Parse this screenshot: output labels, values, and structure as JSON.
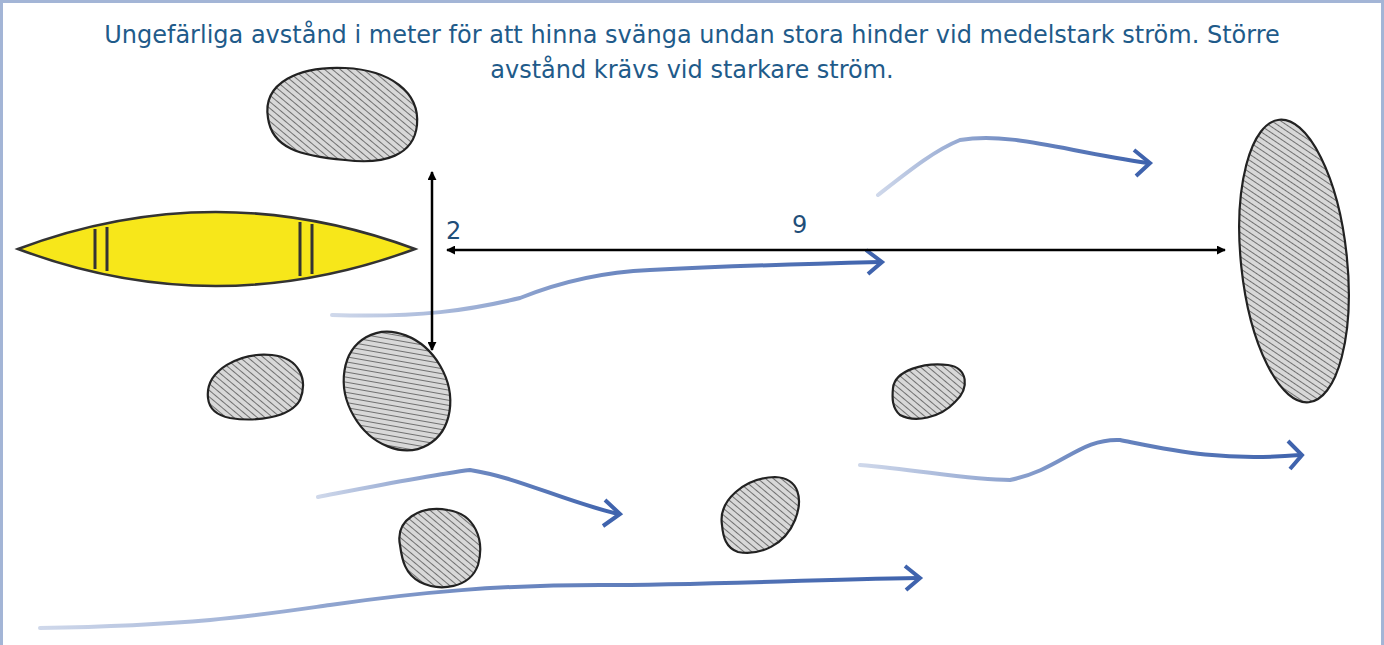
{
  "diagram": {
    "title": "Ungefärliga avstånd i meter för att hinna svänga undan stora hinder vid medelstark ström. Större avstånd krävs vid starkare ström.",
    "labels": [
      "2",
      "9"
    ]
  }
}
